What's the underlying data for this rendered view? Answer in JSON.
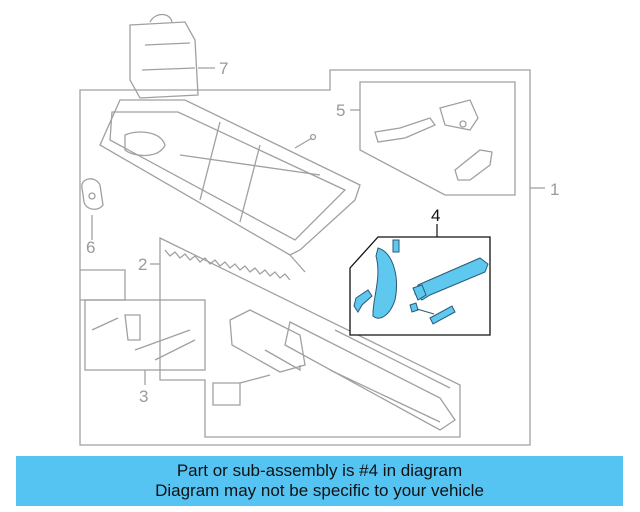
{
  "callouts": {
    "c1": "1",
    "c2": "2",
    "c3": "3",
    "c4": "4",
    "c5": "5",
    "c6": "6",
    "c7": "7"
  },
  "highlighted_part": "4",
  "colors": {
    "highlight": "#5ec8ef",
    "banner": "#55c4f2",
    "line": "#a0a0a0"
  },
  "banner": {
    "line1": "Part or sub-assembly is #4 in diagram",
    "line2": "Diagram may not be specific to your vehicle"
  }
}
